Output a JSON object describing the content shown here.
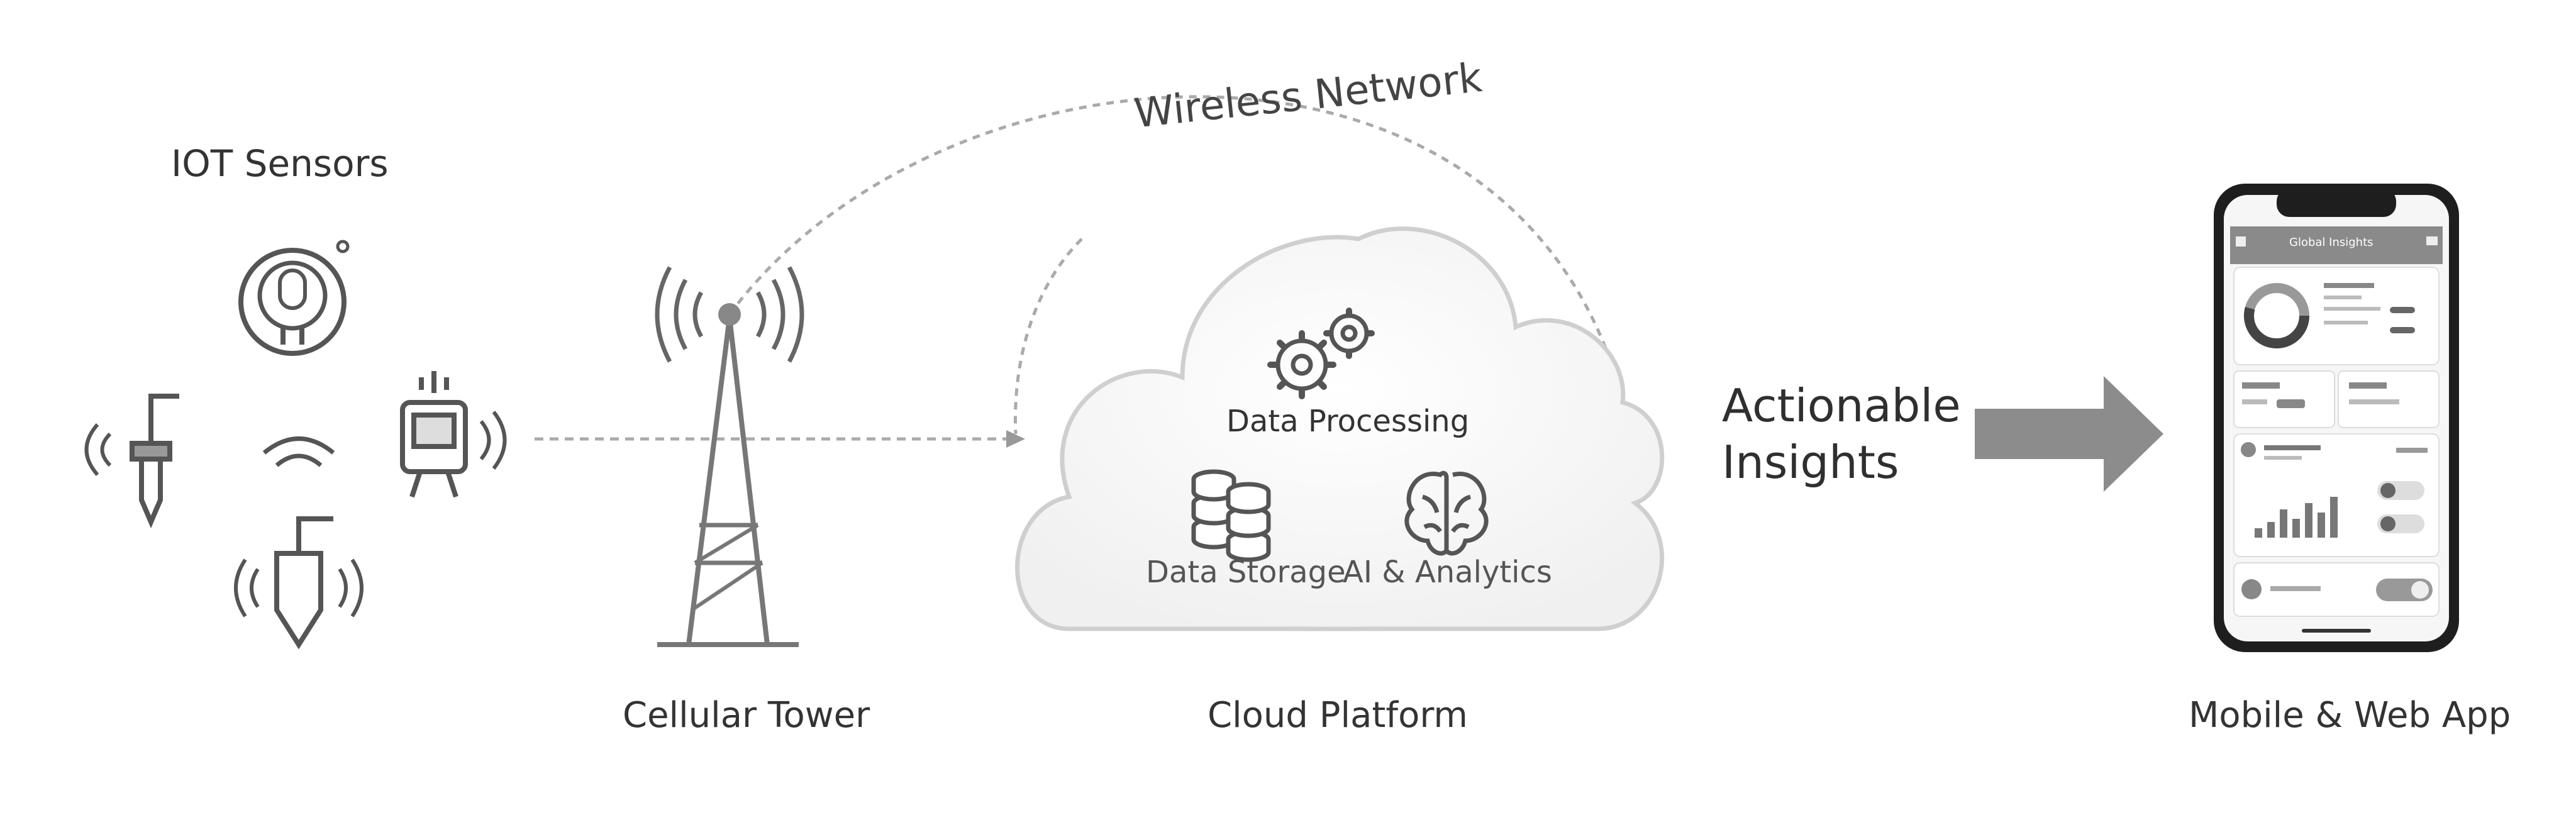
{
  "labels": {
    "iot_sensors": "IOT Sensors",
    "wireless_network": "Wireless Network",
    "cellular_tower": "Cellular Tower",
    "cloud_platform": "Cloud Platform",
    "data_processing": "Data Processing",
    "data_storage": "Data Storage",
    "ai_analytics": "AI & Analytics",
    "actionable_line1": "Actionable",
    "actionable_line2": "Insights",
    "mobile_web_app": "Mobile & Web App"
  },
  "phone": {
    "header_title": "Global Insights"
  },
  "icons": [
    "smart-sensor-icon",
    "probe-sensor-icon",
    "wifi-icon",
    "monitor-sensor-icon",
    "soil-sensor-icon",
    "antenna-icon",
    "gears-icon",
    "database-icon",
    "brain-icon",
    "arrow-right-icon"
  ],
  "colors": {
    "line": "#9a9a9a",
    "icon": "#5c5c5c",
    "arrow": "#8c8c8c",
    "cloud_stroke": "#c8c8c8",
    "phone_body": "#1e1e1e"
  }
}
